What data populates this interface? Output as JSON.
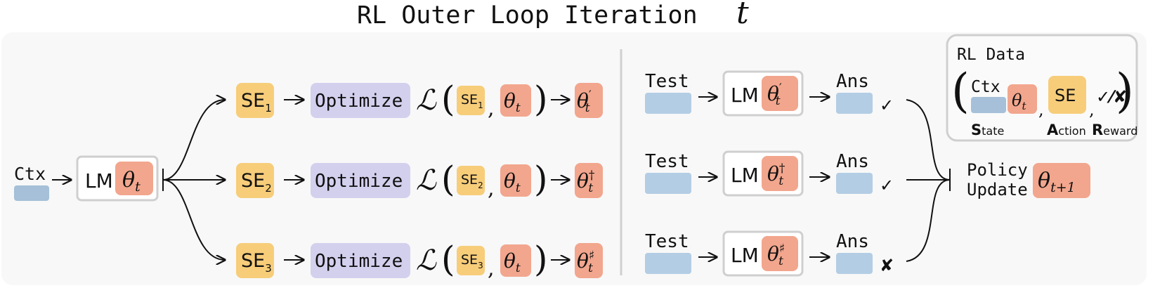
{
  "title": {
    "text": "RL Outer Loop Iteration",
    "var": "t"
  },
  "context": {
    "label": "Ctx"
  },
  "model": {
    "label": "LM",
    "theta_sym": "θ",
    "theta_sub": "t"
  },
  "branches": [
    {
      "se_label": "SE",
      "se_sub": "1",
      "optimize_label": "Optimize",
      "loss_symbol": "ℒ",
      "comma": ",",
      "result_mark": "′"
    },
    {
      "se_label": "SE",
      "se_sub": "2",
      "optimize_label": "Optimize",
      "loss_symbol": "ℒ",
      "comma": ",",
      "result_mark": "†"
    },
    {
      "se_label": "SE",
      "se_sub": "3",
      "optimize_label": "Optimize",
      "loss_symbol": "ℒ",
      "comma": ",",
      "result_mark": "♯"
    }
  ],
  "evals": [
    {
      "test_label": "Test",
      "lm_label": "LM",
      "mark": "′",
      "ans_label": "Ans",
      "result": "✓",
      "result_kind": "correct"
    },
    {
      "test_label": "Test",
      "lm_label": "LM",
      "mark": "†",
      "ans_label": "Ans",
      "result": "✓",
      "result_kind": "correct"
    },
    {
      "test_label": "Test",
      "lm_label": "LM",
      "mark": "♯",
      "ans_label": "Ans",
      "result": "✘",
      "result_kind": "incorrect"
    }
  ],
  "policy_update": {
    "line1": "Policy",
    "line2": "Update",
    "theta_sym": "θ",
    "theta_sub": "t+1"
  },
  "rl_data": {
    "title": "RL Data",
    "ctx_label": "Ctx",
    "se_label": "SE",
    "reward_symbol": "✓⁄✘",
    "comma": ",",
    "state_initial": "S",
    "state_rest": "tate",
    "action_initial": "A",
    "action_rest": "ction",
    "reward_initial": "R",
    "reward_rest": "eward"
  },
  "colors": {
    "se_fill": "#f7cd7a",
    "theta_fill": "#f2a68d",
    "optimize_fill": "#d3d0ee",
    "ctx_fill": "#b3cde4",
    "ctx_dark_fill": "#a5c0d8",
    "panel_bg": "#f8f8f8",
    "box_border": "#cfcfcf",
    "stroke": "#111111"
  }
}
